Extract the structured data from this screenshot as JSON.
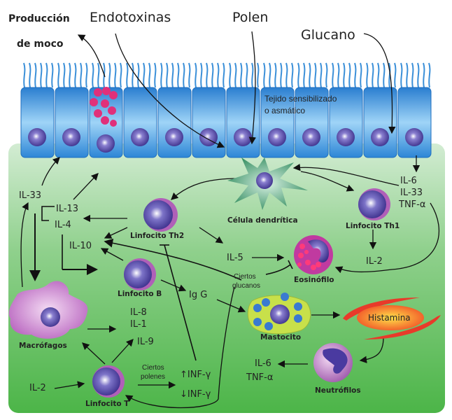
{
  "labels": {
    "mucus_1": "Producción",
    "mucus_2": "de moco",
    "endotoxins": "Endotoxinas",
    "pollen": "Polen",
    "glucan": "Glucano",
    "tissue_1": "Tejido sensibilizado",
    "tissue_2": "o asmático",
    "il33_left": "IL-33",
    "il13": "IL-13",
    "il4": "IL-4",
    "il10": "IL-10",
    "th2": "Linfocito Th2",
    "dendritic": "Célula dendrítica",
    "th1": "Linfocito Th1",
    "il6_right": "IL-6",
    "il33_right": "IL-33",
    "tnf_right": "TNF-α",
    "il5": "IL-5",
    "eosinophil": "Eosinófilo",
    "il2_th1": "IL-2",
    "glucans_1": "Ciertos",
    "glucans_2": "glucanos",
    "b_cell": "Linfocito B",
    "igg": "Ig G",
    "macrophages": "Macrófagos",
    "il8": "IL-8",
    "il1": "IL-1",
    "il9": "IL-9",
    "mast_cell": "Mastocito",
    "histamine": "Histamina",
    "neutrophils": "Neutrófilos",
    "il6_bottom": "IL-6",
    "tnf_bottom": "TNF-α",
    "il2_left": "IL-2",
    "t_cell": "Linfocito T",
    "pollens_1": "Ciertos",
    "pollens_2": "polenes",
    "inf_up": "↑INF-γ",
    "inf_down": "↓INF-γ"
  },
  "colors": {
    "epithelium": "#3a8fd8",
    "tissue_green": "#4cb548",
    "nucleus": "#5a4aa8",
    "macrophage": "#c37ac8",
    "histamine": "#f0502a"
  }
}
